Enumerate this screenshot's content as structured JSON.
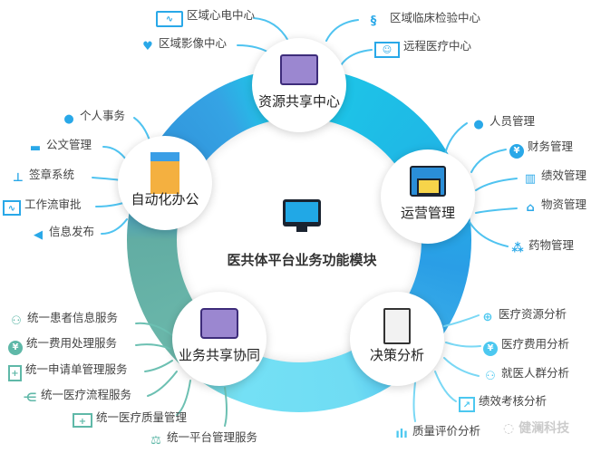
{
  "center": {
    "title": "医共体平台业务功能模块",
    "icon": "monitor-chart-icon"
  },
  "ring_colors": {
    "top_left": "#2f9fe0",
    "top_right": "#1ccbe8",
    "right": "#2a9ee6",
    "bottom": "#6fdcf3",
    "left": "#6bb8ab"
  },
  "nodes": {
    "resource": {
      "label": "资源共享中心",
      "icon": "folder-icon",
      "items": [
        "区域心电中心",
        "区域影像中心",
        "区域临床检验中心",
        "远程医疗中心"
      ]
    },
    "office": {
      "label": "自动化办公",
      "icon": "documents-folder-icon",
      "items": [
        "个人事务",
        "公文管理",
        "签章系统",
        "工作流审批",
        "信息发布"
      ]
    },
    "operation": {
      "label": "运营管理",
      "icon": "printer-icon",
      "items": [
        "人员管理",
        "财务管理",
        "绩效管理",
        "物资管理",
        "药物管理"
      ]
    },
    "business": {
      "label": "业务共享协同",
      "icon": "file-drawer-icon",
      "items": [
        "统一患者信息服务",
        "统一费用处理服务",
        "统一申请单管理服务",
        "统一医疗流程服务",
        "统一医疗质量管理",
        "统一平台管理服务"
      ]
    },
    "decision": {
      "label": "决策分析",
      "icon": "document-pen-icon",
      "items": [
        "医疗资源分析",
        "医疗费用分析",
        "就医人群分析",
        "绩效考核分析",
        "质量评价分析"
      ]
    }
  },
  "watermark": "健澜科技"
}
